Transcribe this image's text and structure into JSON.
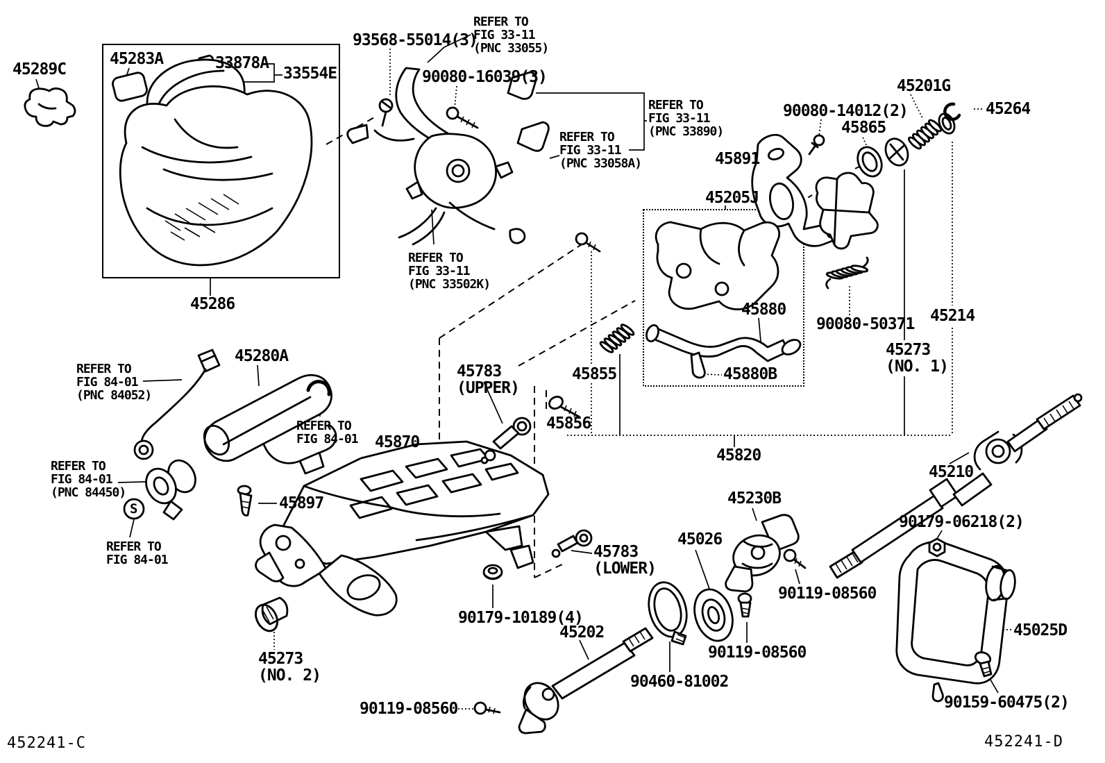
{
  "diagram": {
    "colors": {
      "line": "#000000",
      "background": "#ffffff"
    },
    "corners": {
      "left": "452241-C",
      "right": "452241-D"
    },
    "symbol_s": "S",
    "labels": {
      "p45289c": "45289C",
      "p45283a": "45283A",
      "p33878a": "33878A",
      "p33554e": "33554E",
      "p45286": "45286",
      "p93568": "93568-55014(3)",
      "p90080_16039": "90080-16039(3)",
      "p90080_14012": "90080-14012(2)",
      "p45865": "45865",
      "p45201g": "45201G",
      "p45264": "45264",
      "p45891": "45891",
      "p45205j": "45205J",
      "p45880": "45880",
      "p45880b": "45880B",
      "p90080_50371": "90080-50371",
      "p45214": "45214",
      "p45273_no1": "45273\n(NO. 1)",
      "p45855": "45855",
      "p45856": "45856",
      "p45820": "45820",
      "p45210": "45210",
      "p45280a": "45280A",
      "p45897": "45897",
      "p45870": "45870",
      "p45783_upper": "45783\n(UPPER)",
      "p45783_lower": "45783\n(LOWER)",
      "p45273_no2": "45273\n(NO. 2)",
      "p90119_left": "90119-08560",
      "p90179_10189": "90179-10189(4)",
      "p45202": "45202",
      "p90460": "90460-81002",
      "p45230b": "45230B",
      "p45026": "45026",
      "p90119_mid": "90119-08560",
      "p90119_right": "90119-08560",
      "p90179_06218": "90179-06218(2)",
      "p45025d": "45025D",
      "p90159": "90159-60475(2)"
    },
    "refer_notes": {
      "fig33_33055": "REFER TO\nFIG 33-11\n(PNC 33055)",
      "fig33_33890": "REFER TO\nFIG 33-11\n(PNC 33890)",
      "fig33_33058a": "REFER TO\nFIG 33-11\n(PNC 33058A)",
      "fig33_33502k": "REFER TO\nFIG 33-11\n(PNC 33502K)",
      "fig84_84052": "REFER TO\nFIG 84-01\n(PNC 84052)",
      "fig84_84450": "REFER TO\nFIG 84-01\n(PNC 84450)",
      "fig84_clip": "REFER TO\nFIG 84-01",
      "fig84_key": "REFER TO\nFIG 84-01"
    }
  }
}
